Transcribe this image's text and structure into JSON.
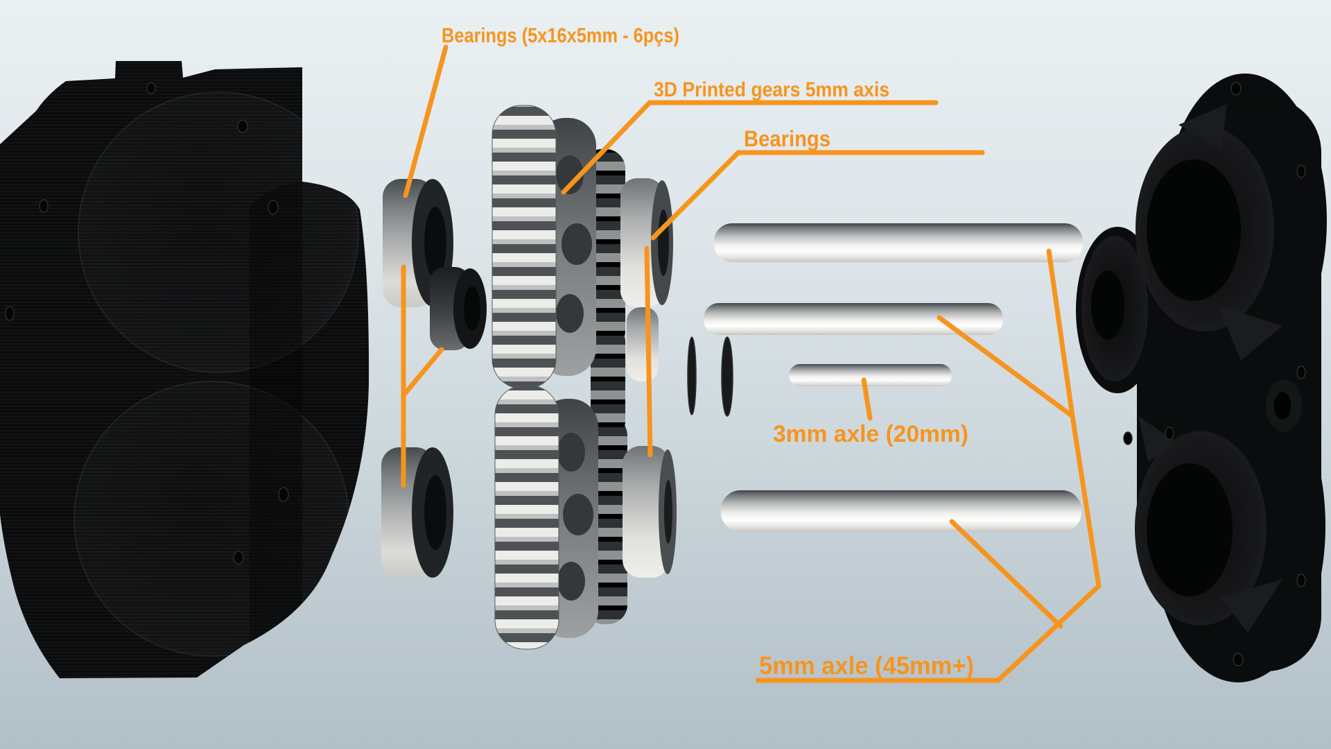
{
  "scene": "exploded view of a 3D printed gearbox assembly",
  "colors": {
    "annotation_orange": "#F7941E",
    "background_top": "#EAF0F2",
    "background_bottom": "#B2BFC7",
    "plastic_black": "#0B0C0D",
    "metal_light": "#EFEFED"
  },
  "annotations": {
    "bearings_top": {
      "label": "Bearings (5x16x5mm - 6pçs)"
    },
    "printed_gears": {
      "label": "3D Printed gears 5mm axis"
    },
    "bearings_right": {
      "label": "Bearings"
    },
    "axle_3mm": {
      "label": "3mm axle (20mm)"
    },
    "axle_5mm": {
      "label": "5mm axle (45mm+)"
    }
  }
}
